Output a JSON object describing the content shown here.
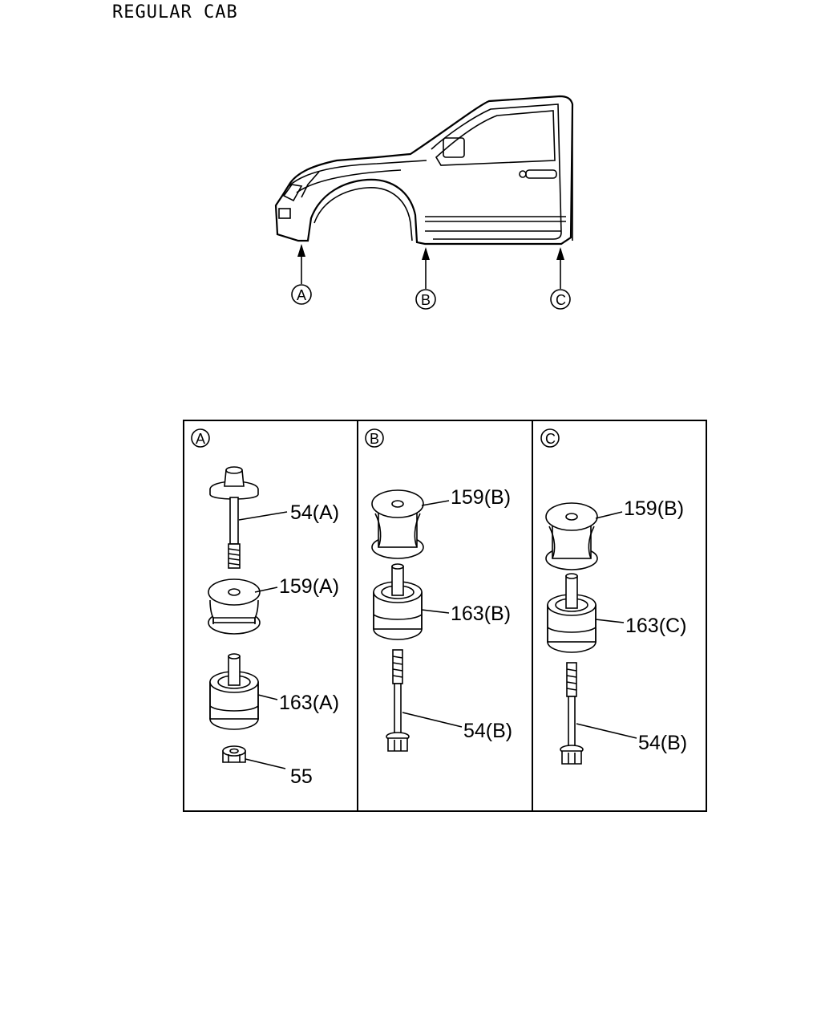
{
  "diagram": {
    "title": "REGULAR CAB",
    "mount_points": [
      "A",
      "B",
      "C"
    ],
    "panels": [
      {
        "marker": "A",
        "labels": [
          "54(A)",
          "159(A)",
          "163(A)",
          "55"
        ]
      },
      {
        "marker": "B",
        "labels": [
          "159(B)",
          "163(B)",
          "54(B)"
        ]
      },
      {
        "marker": "C",
        "labels": [
          "159(B)",
          "163(C)",
          "54(B)"
        ]
      }
    ]
  }
}
